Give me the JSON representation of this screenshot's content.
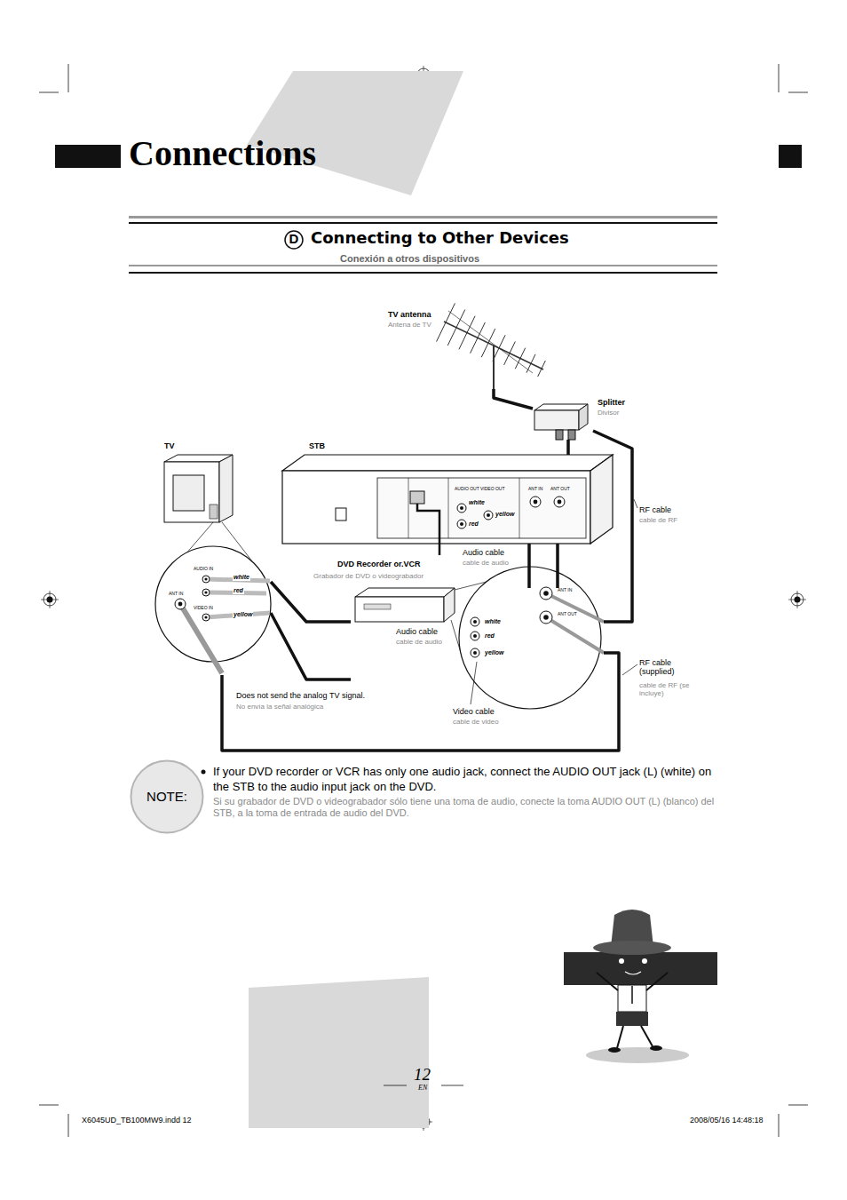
{
  "diagram": {
    "title": "Connections",
    "nodes": [
      {
        "text": [
          "TV antenna",
          "Antena de TV"
        ]
      },
      {
        "text": [
          "Splitter",
          "Divisor"
        ]
      },
      {
        "text": [
          "TV"
        ]
      },
      {
        "text": [
          "STB"
        ]
      },
      {
        "text": [
          "DVD Recorder or.VCR",
          "Grabador de DVD o videograbador"
        ]
      },
      {
        "text": [
          "NOTE:"
        ]
      }
    ],
    "edges": [
      {
        "from": 0,
        "to": 1,
        "arrow": "none"
      },
      {
        "from": 1,
        "to": 3,
        "label": "RF cable",
        "arrow": "none"
      },
      {
        "from": 1,
        "to": 4,
        "arrow": "none"
      },
      {
        "from": 3,
        "to": 4,
        "label": "Audio cable",
        "arrow": "none"
      },
      {
        "from": 4,
        "to": 2,
        "label": "Audio cable",
        "arrow": "none"
      },
      {
        "from": 3,
        "to": 4,
        "label": "Video cable",
        "arrow": "none"
      },
      {
        "from": 4,
        "to": 2,
        "arrow": "none"
      },
      {
        "from": 4,
        "to": 2,
        "label": "RF cable (supplied)",
        "arrow": "none"
      }
    ],
    "labels": [
      "D",
      "Connecting to Other Devices",
      "Conexión a otros dispositivos",
      "cable de RF",
      "cable de audio",
      "cable de audio",
      "cable de video",
      "cable de RF (se incluye)",
      "Does not send the analog TV signal.",
      "No envía la señal analógica",
      "yellow",
      "white",
      "red",
      "white",
      "red",
      "yellow",
      "white",
      "red",
      "yellow",
      "AUDIO OUT",
      "VIDEO OUT",
      "ANT IN",
      "ANT OUT",
      "AUDIO IN",
      "ANT IN",
      "VIDEO IN",
      "ANT IN",
      "ANT OUT",
      "If your DVD recorder or VCR has only one audio jack, connect the AUDIO OUT jack (L) (white) on the STB to the audio input jack on the DVD.",
      "Si su grabador de DVD o videograbador sólo tiene una toma de audio, conecte la toma AUDIO OUT (L) (blanco) del STB, a la toma de entrada de audio del DVD.",
      "12",
      "EN",
      "X6045UD_TB100MW9.indd 12",
      "2008/05/16 14:48:18"
    ]
  }
}
